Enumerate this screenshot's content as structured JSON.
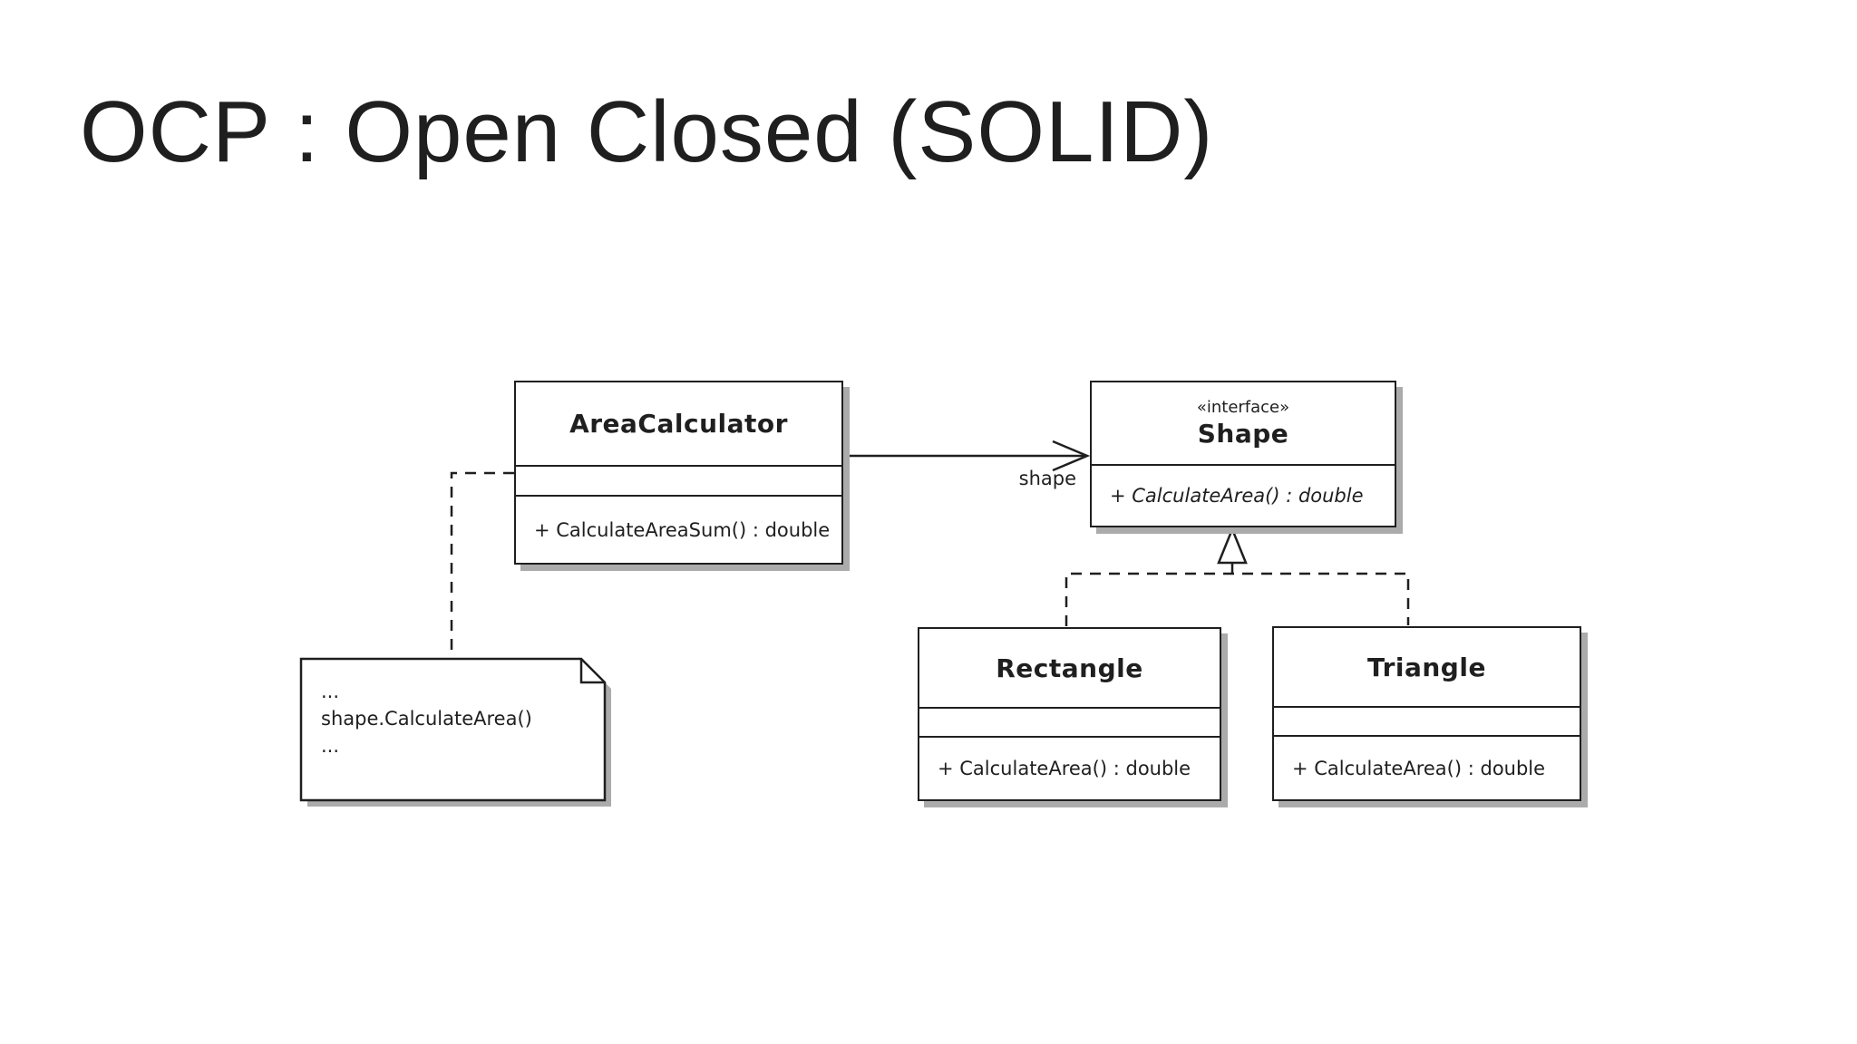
{
  "slide": {
    "title": "OCP : Open Closed (SOLID)"
  },
  "diagram": {
    "classes": {
      "area_calculator": {
        "name": "AreaCalculator",
        "methods": [
          "+ CalculateAreaSum() : double"
        ]
      },
      "shape": {
        "stereotype": "«interface»",
        "name": "Shape",
        "methods": [
          "+ CalculateArea() : double"
        ]
      },
      "rectangle": {
        "name": "Rectangle",
        "methods": [
          "+ CalculateArea() : double"
        ]
      },
      "triangle": {
        "name": "Triangle",
        "methods": [
          "+ CalculateArea() : double"
        ]
      }
    },
    "association": {
      "label": "shape"
    },
    "note": {
      "line1": "...",
      "line2": "shape.CalculateArea()",
      "line3": "..."
    },
    "colors": {
      "line": "#1f1f1f",
      "shadow": "#ababab",
      "fill": "#ffffff",
      "title_text": "#1f1f1f"
    }
  }
}
